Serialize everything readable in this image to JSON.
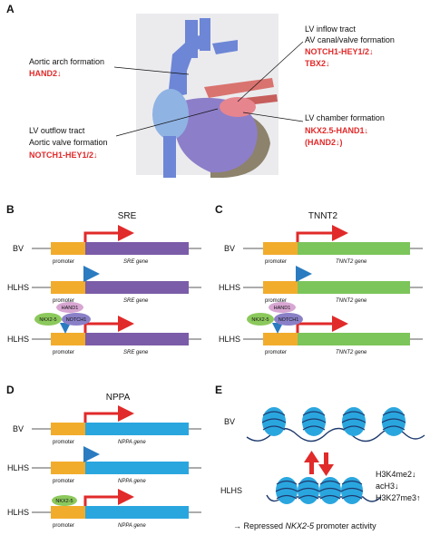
{
  "panel_labels": {
    "a": "A",
    "b": "B",
    "c": "C",
    "d": "D",
    "e": "E"
  },
  "panel_a": {
    "aortic_arch": {
      "title": "Aortic arch formation",
      "genes": "HAND2↓"
    },
    "lv_outflow": {
      "title_1": "LV outflow tract",
      "title_2": "Aortic valve formation",
      "genes": "NOTCH1-HEY1/2↓"
    },
    "lv_inflow": {
      "title_1": "LV inflow tract",
      "title_2": "AV canal/valve formation",
      "genes_1": "NOTCH1-HEY1/2↓",
      "genes_2": "TBX2↓"
    },
    "lv_chamber": {
      "title": "LV chamber formation",
      "genes_1": "NKX2.5-HAND1↓",
      "genes_2": "(HAND2↓)"
    }
  },
  "panel_b": {
    "title": "SRE",
    "rows": [
      "BV",
      "HLHS",
      "HLHS"
    ],
    "promoter": "promoter",
    "gene": "SRE gene",
    "factors": {
      "top": "HAND1",
      "left": "NKX2-5",
      "right": "NOTCH1"
    }
  },
  "panel_c": {
    "title": "TNNT2",
    "rows": [
      "BV",
      "HLHS",
      "HLHS"
    ],
    "promoter": "promoter",
    "gene": "TNNT2 gene",
    "factors": {
      "top": "HAND1",
      "left": "NKX2-5",
      "right": "NOTCH1"
    }
  },
  "panel_d": {
    "title": "NPPA",
    "rows": [
      "BV",
      "HLHS",
      "HLHS"
    ],
    "promoter": "promoter",
    "gene": "NPPA gene",
    "factor": "NKX2-5"
  },
  "panel_e": {
    "rows": [
      "BV",
      "HLHS"
    ],
    "marks": [
      "H3K4me2↓",
      "acH3↓",
      "H3K27me3↑"
    ],
    "bottom": {
      "prefix": "→ Repressed ",
      "gene": "NKX2-5",
      "suffix": " promoter activity"
    }
  },
  "colors": {
    "red": "#e12a2a",
    "promoter": "#f2ac2c",
    "sre": "#7b5ca8",
    "tnnt2": "#7cc55a",
    "nppa": "#2aa6df",
    "blue_arrow": "#2a7bc0",
    "hand1": "#d8a6d2",
    "nkx": "#8cc95c",
    "notch": "#8a80c7",
    "nucleosome": "#2aa6df"
  }
}
